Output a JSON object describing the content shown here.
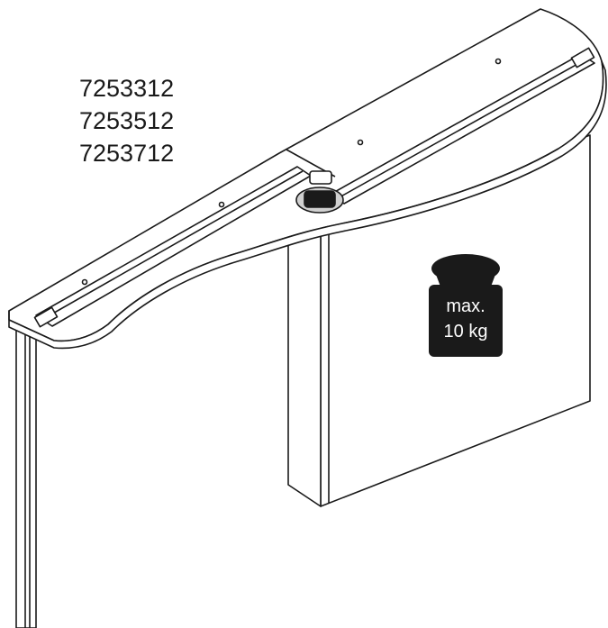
{
  "part_numbers": [
    "7253312",
    "7253512",
    "7253712"
  ],
  "weight_badge": {
    "line1": "max.",
    "line2": "10 kg",
    "icon": "weight-icon",
    "fill_color": "#1a1a1a",
    "text_color": "#ffffff"
  },
  "colors": {
    "line": "#1a1a1a",
    "panel": "#ffffff",
    "shade": "#d0d0d0"
  }
}
